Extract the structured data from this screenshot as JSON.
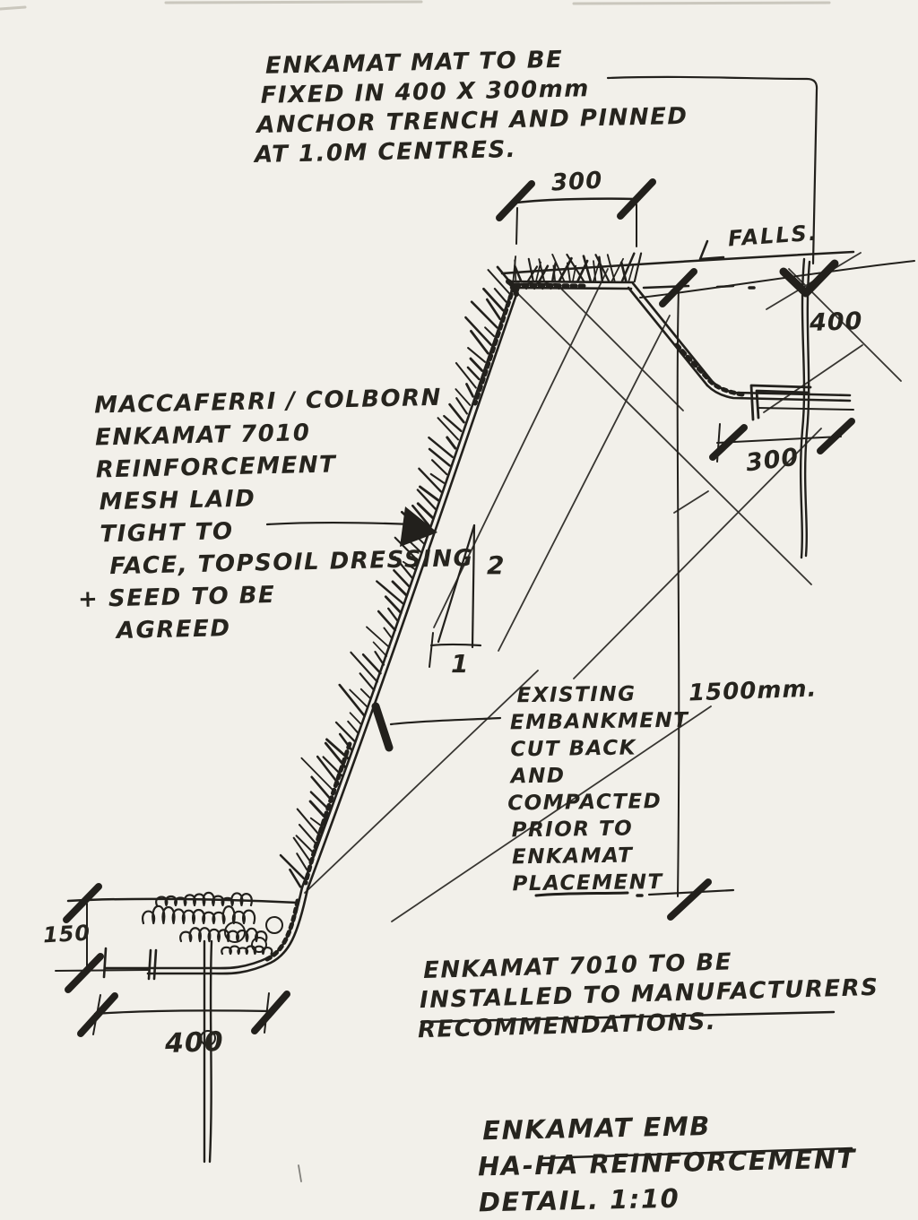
{
  "title": [
    "ENKAMAT EMB",
    "HA-HA REINFORCEMENT",
    "DETAIL. 1:10"
  ],
  "notes": {
    "anchor_note": [
      "ENKAMAT MAT TO BE",
      "FIXED IN 400 X 300mm",
      "ANCHOR TRENCH AND PINNED",
      "AT 1.0M CENTRES."
    ],
    "mesh_note": [
      "MACCAFERRI / COLBORN",
      "ENKAMAT 7010",
      "REINFORCEMENT",
      "MESH LAID",
      "TIGHT TO",
      "FACE, TOPSOIL DRESSING",
      "+ SEED TO BE",
      "AGREED"
    ],
    "embankment_note": [
      "EXISTING",
      "EMBANKMENT",
      "CUT BACK",
      "AND",
      "COMPACTED",
      "PRIOR TO",
      "ENKAMAT",
      "PLACEMENT"
    ],
    "install_note": [
      "ENKAMAT 7010 TO BE",
      "INSTALLED TO MANUFACTURERS",
      "RECOMMENDATIONS."
    ]
  },
  "dimensions": {
    "top_width": "300",
    "falls_label": "FALLS.",
    "right_height": "400",
    "right_trench_width": "300",
    "slope_height": "1500mm.",
    "slope_ratio_vertical": "2",
    "slope_ratio_horizontal": "1",
    "toe_depth": "150",
    "toe_width": "400"
  },
  "colors": {
    "paper": "#f2f0ea",
    "ink": "#22201c"
  }
}
